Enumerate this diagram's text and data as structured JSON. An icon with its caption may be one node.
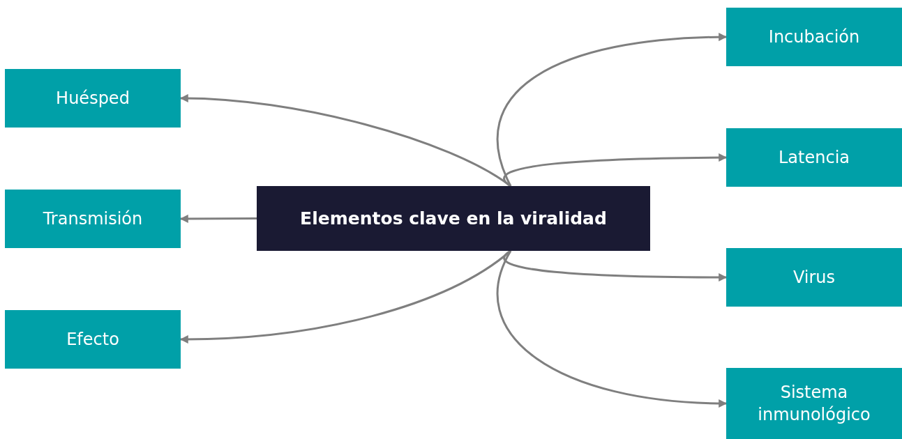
{
  "diagram": {
    "nodes": [
      {
        "text": [
          "Elementos clave en la viralidad"
        ]
      },
      {
        "text": [
          "Huésped"
        ]
      },
      {
        "text": [
          "Transmisión"
        ]
      },
      {
        "text": [
          "Efecto"
        ]
      },
      {
        "text": [
          "Incubación"
        ]
      },
      {
        "text": [
          "Latencia"
        ]
      },
      {
        "text": [
          "Virus"
        ]
      },
      {
        "text": [
          "Sistema inmunológico"
        ]
      }
    ],
    "edges": [
      {
        "from": 0,
        "to": 1,
        "arrow": "to"
      },
      {
        "from": 0,
        "to": 2,
        "arrow": "to"
      },
      {
        "from": 0,
        "to": 3,
        "arrow": "to"
      },
      {
        "from": 0,
        "to": 4,
        "arrow": "to"
      },
      {
        "from": 0,
        "to": 5,
        "arrow": "to"
      },
      {
        "from": 0,
        "to": 6,
        "arrow": "to"
      },
      {
        "from": 0,
        "to": 7,
        "arrow": "to"
      }
    ]
  }
}
